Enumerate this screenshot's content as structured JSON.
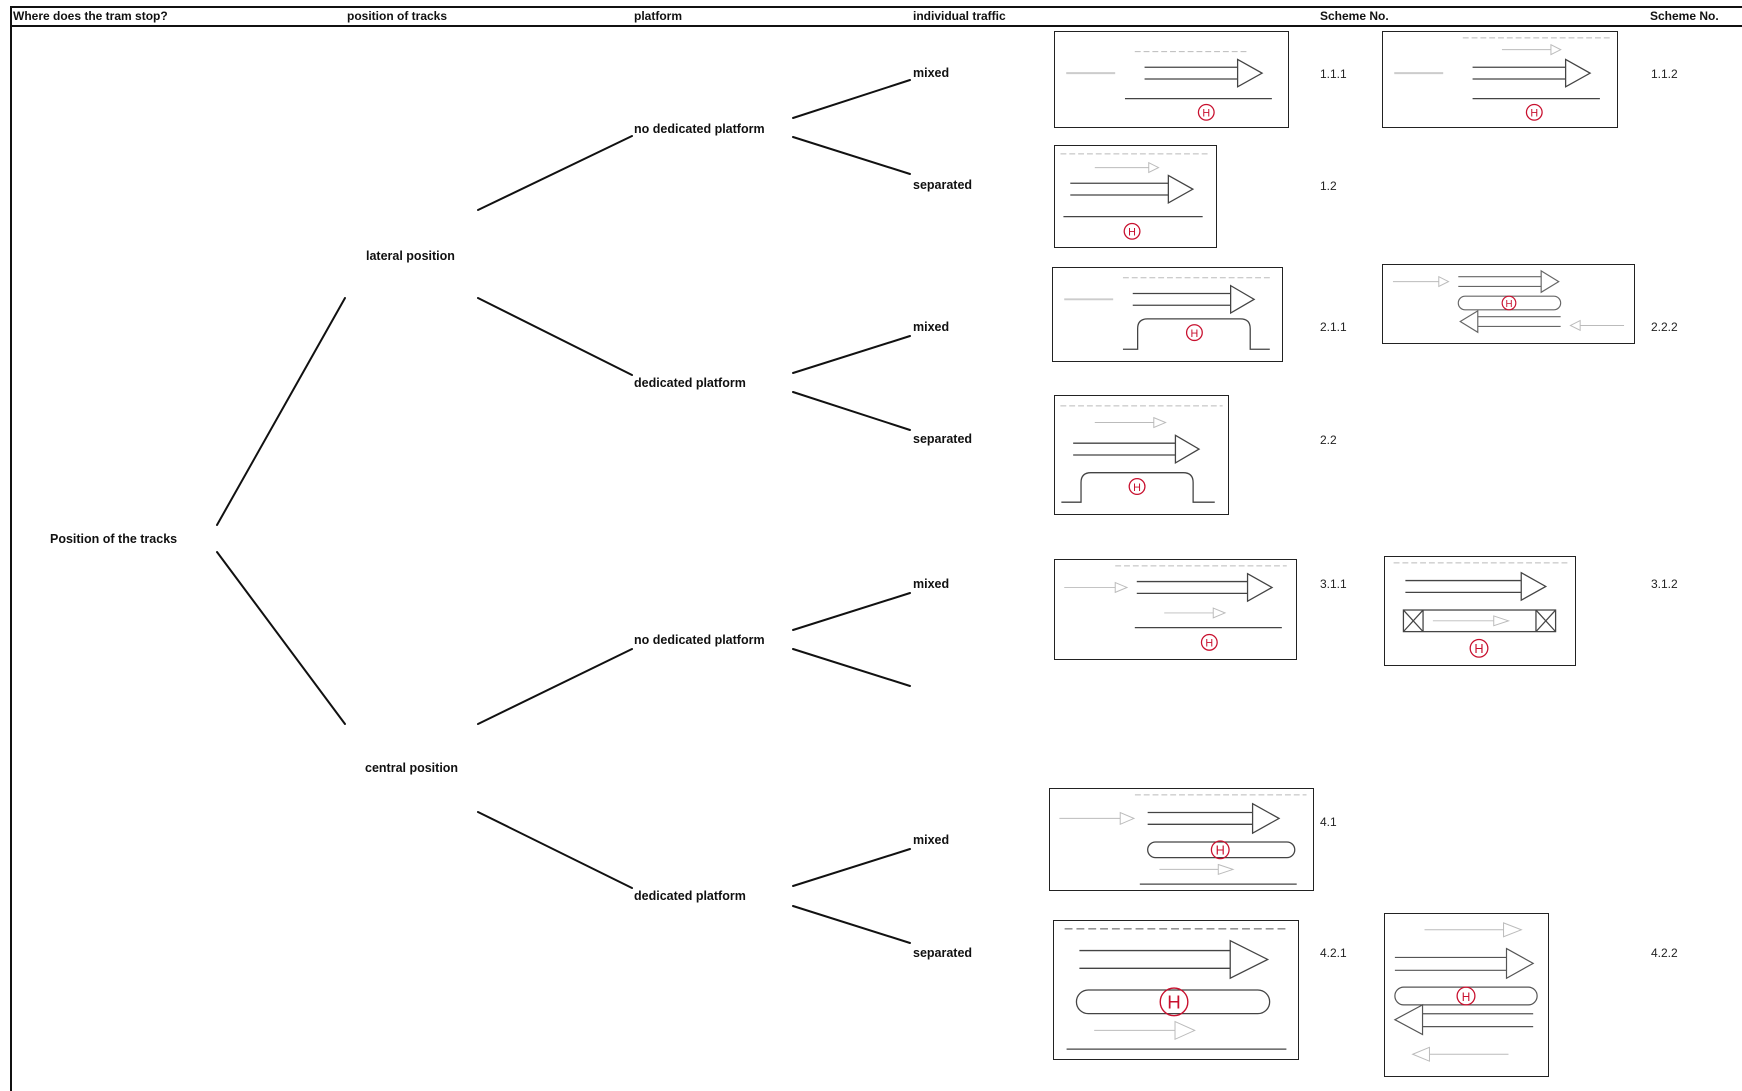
{
  "headers": {
    "where": "Where does the tram stop?",
    "tracks": "position of tracks",
    "platform": "platform",
    "traffic": "individual traffic",
    "scheme1": "Scheme No.",
    "scheme2": "Scheme No."
  },
  "tree": {
    "root": "Position of the tracks",
    "lateral": "lateral position",
    "central": "central position",
    "l_nodp": "no dedicated platform",
    "l_dp": "dedicated platform",
    "c_nodp": "no dedicated platform",
    "c_dp": "dedicated platform",
    "t1": "mixed",
    "t2": "separated",
    "t3": "mixed",
    "t4": "separated",
    "t5": "mixed",
    "t6": "mixed",
    "t7": "separated"
  },
  "schemes": {
    "s111": "1.1.1",
    "s112": "1.1.2",
    "s12": "1.2",
    "s211": "2.1.1",
    "s222": "2.2.2",
    "s22": "2.2",
    "s311": "3.1.1",
    "s312": "3.1.2",
    "s41": "4.1",
    "s421": "4.2.1",
    "s422": "4.2.2"
  },
  "stop_symbol": "H",
  "colors": {
    "line": "#111111",
    "arrow_dark": "#333333",
    "arrow_light": "#b5b5b5",
    "stop": "#c8102e"
  }
}
